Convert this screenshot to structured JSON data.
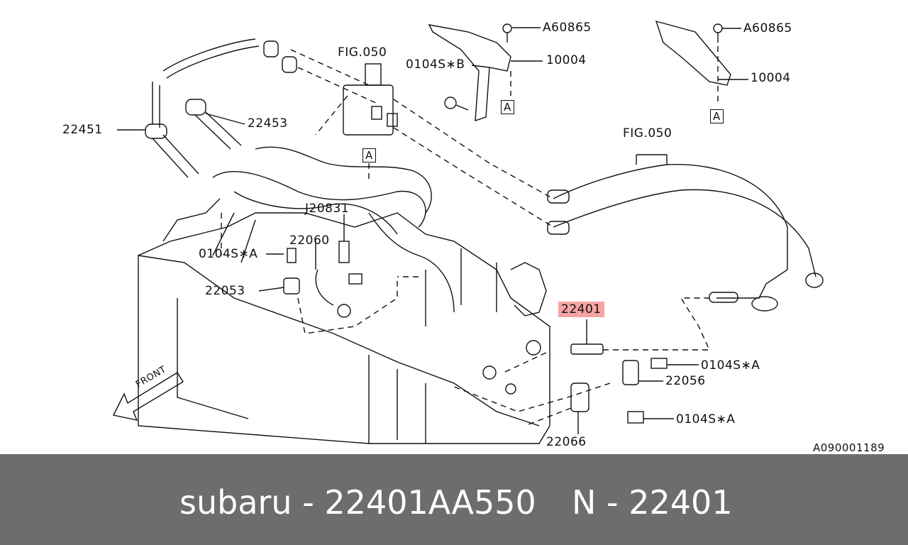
{
  "diagram": {
    "labels": {
      "fig050_top": "FIG.050",
      "fig050_right": "FIG.050",
      "a60865_left": "A60865",
      "a60865_right": "A60865",
      "p10004_left": "10004",
      "p10004_right": "10004",
      "p0104sb": "0104S∗B",
      "p22451": "22451",
      "p22453": "22453",
      "j20831": "J20831",
      "p22060": "22060",
      "p0104sa_left": "0104S∗A",
      "p22053": "22053",
      "p22401": "22401",
      "p0104sa_right1": "0104S∗A",
      "p22056": "22056",
      "p0104sa_right2": "0104S∗A",
      "p22066": "22066",
      "ref_a_left": "A",
      "ref_a_right": "A",
      "ref_a_center": "A",
      "front": "FRONT",
      "drawing_code": "A090001189"
    },
    "highlight_color": "#f6a3a3"
  },
  "bottom_bar": {
    "brand_part": "subaru - 22401AA550",
    "n_part": "N - 22401",
    "background": "#6d6d6d"
  }
}
